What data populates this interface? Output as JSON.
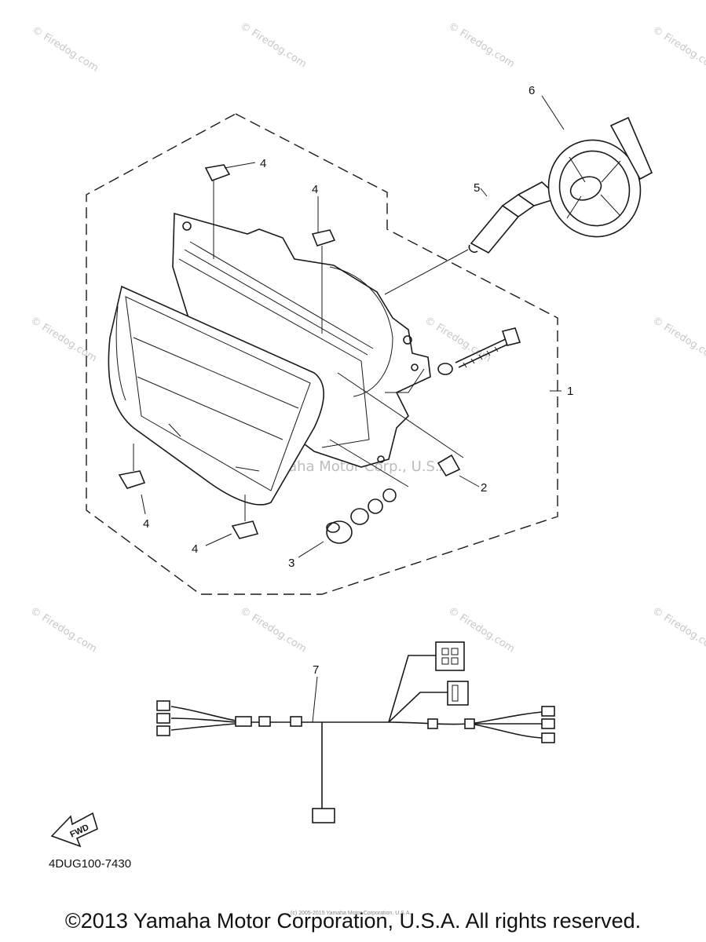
{
  "callouts": [
    {
      "id": "1",
      "label": "1"
    },
    {
      "id": "2",
      "label": "2"
    },
    {
      "id": "3",
      "label": "3"
    },
    {
      "id": "4",
      "label": "4"
    },
    {
      "id": "5",
      "label": "5"
    },
    {
      "id": "6",
      "label": "6"
    },
    {
      "id": "7",
      "label": "7"
    }
  ],
  "fwd_label": "FWD",
  "part_code": "4DUG100-7430",
  "watermark_text": "© Firedog.com",
  "overlay_watermark": "Yamaha Motor Corp., U.S.A.",
  "tiny_note": "(c) 2005-2015 Yamaha Motor Corporation, U.S.A.",
  "copyright": "©2013 Yamaha Motor Corporation, U.S.A. All rights reserved.",
  "colors": {
    "ink": "#1a1a1a",
    "watermark": "#c8c8c8",
    "background": "#ffffff"
  }
}
